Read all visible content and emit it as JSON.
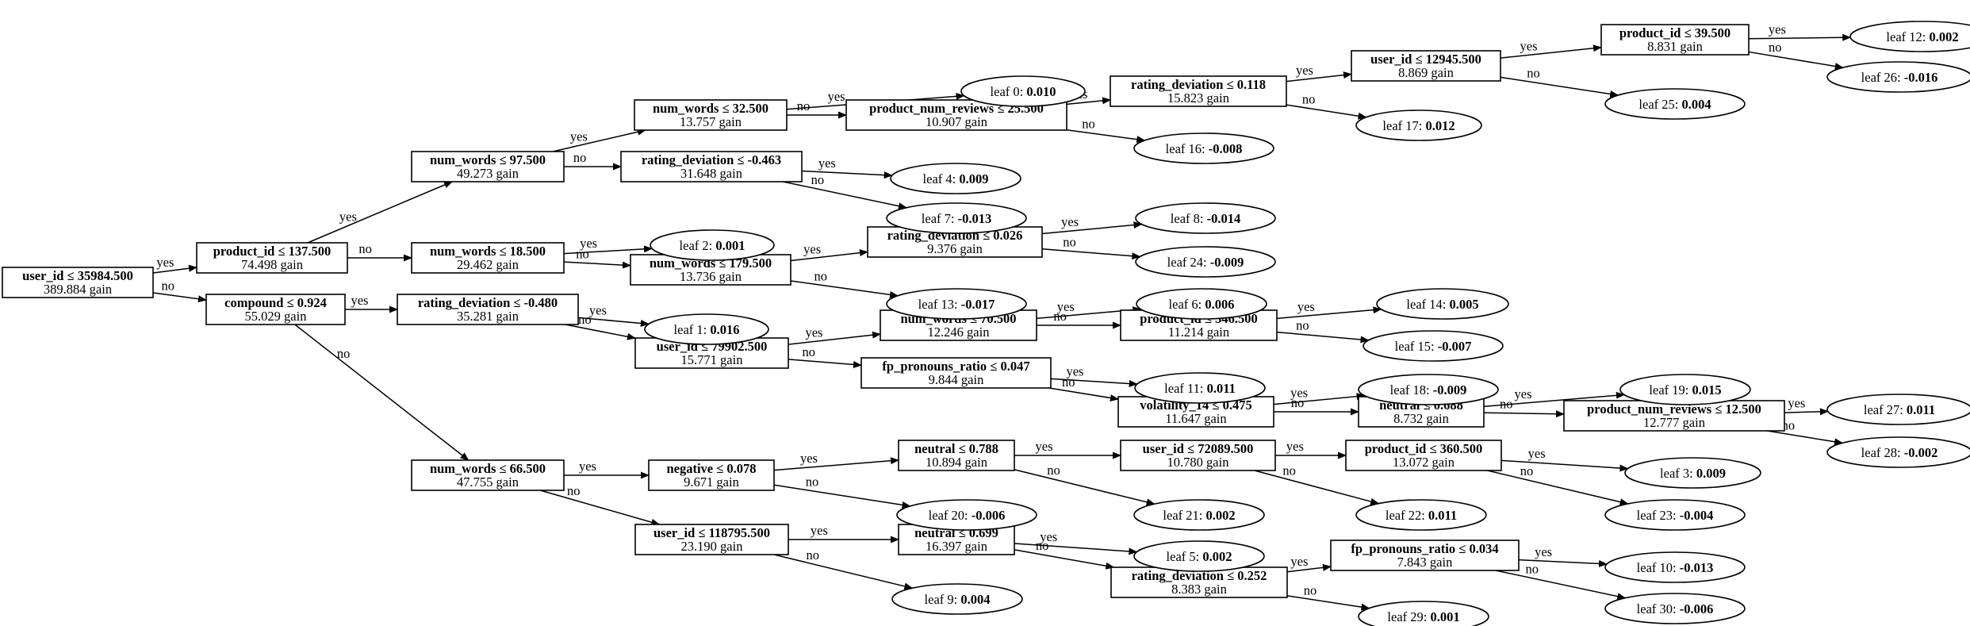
{
  "tree": {
    "internal_nodes": [
      {
        "id": "n0",
        "feature": "user_id",
        "op": "≤",
        "threshold": "35984.500",
        "gain": "389.884 gain"
      },
      {
        "id": "n1",
        "feature": "product_id",
        "op": "≤",
        "threshold": "137.500",
        "gain": "74.498 gain"
      },
      {
        "id": "n2",
        "feature": "compound",
        "op": "≤",
        "threshold": "0.924",
        "gain": "55.029 gain"
      },
      {
        "id": "n3",
        "feature": "num_words",
        "op": "≤",
        "threshold": "97.500",
        "gain": "49.273 gain"
      },
      {
        "id": "n4",
        "feature": "num_words",
        "op": "≤",
        "threshold": "18.500",
        "gain": "29.462 gain"
      },
      {
        "id": "n5",
        "feature": "rating_deviation",
        "op": "≤",
        "threshold": "-0.480",
        "gain": "35.281 gain"
      },
      {
        "id": "n6",
        "feature": "num_words",
        "op": "≤",
        "threshold": "66.500",
        "gain": "47.755 gain"
      },
      {
        "id": "n7",
        "feature": "num_words",
        "op": "≤",
        "threshold": "32.500",
        "gain": "13.757 gain"
      },
      {
        "id": "n8",
        "feature": "rating_deviation",
        "op": "≤",
        "threshold": "-0.463",
        "gain": "31.648 gain"
      },
      {
        "id": "n9",
        "feature": "num_words",
        "op": "≤",
        "threshold": "179.500",
        "gain": "13.736 gain"
      },
      {
        "id": "n10",
        "feature": "user_id",
        "op": "≤",
        "threshold": "79902.500",
        "gain": "15.771 gain"
      },
      {
        "id": "n11",
        "feature": "negative",
        "op": "≤",
        "threshold": "0.078",
        "gain": "9.671 gain"
      },
      {
        "id": "n12",
        "feature": "user_id",
        "op": "≤",
        "threshold": "118795.500",
        "gain": "23.190 gain"
      },
      {
        "id": "n13",
        "feature": "product_num_reviews",
        "op": "≤",
        "threshold": "25.500",
        "gain": "10.907 gain"
      },
      {
        "id": "n14",
        "feature": "rating_deviation",
        "op": "≤",
        "threshold": "0.026",
        "gain": "9.376 gain"
      },
      {
        "id": "n15",
        "feature": "num_words",
        "op": "≤",
        "threshold": "70.500",
        "gain": "12.246 gain"
      },
      {
        "id": "n16",
        "feature": "fp_pronouns_ratio",
        "op": "≤",
        "threshold": "0.047",
        "gain": "9.844 gain"
      },
      {
        "id": "n17",
        "feature": "neutral",
        "op": "≤",
        "threshold": "0.788",
        "gain": "10.894 gain"
      },
      {
        "id": "n18",
        "feature": "neutral",
        "op": "≤",
        "threshold": "0.699",
        "gain": "16.397 gain"
      },
      {
        "id": "n19",
        "feature": "rating_deviation",
        "op": "≤",
        "threshold": "0.118",
        "gain": "15.823 gain"
      },
      {
        "id": "n20",
        "feature": "product_id",
        "op": "≤",
        "threshold": "346.500",
        "gain": "11.214 gain"
      },
      {
        "id": "n21",
        "feature": "volatility_14",
        "op": "≤",
        "threshold": "0.475",
        "gain": "11.647 gain"
      },
      {
        "id": "n22",
        "feature": "user_id",
        "op": "≤",
        "threshold": "72089.500",
        "gain": "10.780 gain"
      },
      {
        "id": "n23",
        "feature": "rating_deviation",
        "op": "≤",
        "threshold": "0.252",
        "gain": "8.383 gain"
      },
      {
        "id": "n24",
        "feature": "user_id",
        "op": "≤",
        "threshold": "12945.500",
        "gain": "8.869 gain"
      },
      {
        "id": "n25",
        "feature": "neutral",
        "op": "≤",
        "threshold": "0.688",
        "gain": "8.732 gain"
      },
      {
        "id": "n26",
        "feature": "product_id",
        "op": "≤",
        "threshold": "360.500",
        "gain": "13.072 gain"
      },
      {
        "id": "n27",
        "feature": "fp_pronouns_ratio",
        "op": "≤",
        "threshold": "0.034",
        "gain": "7.843 gain"
      },
      {
        "id": "n28",
        "feature": "product_id",
        "op": "≤",
        "threshold": "39.500",
        "gain": "8.831 gain"
      },
      {
        "id": "n29",
        "feature": "product_num_reviews",
        "op": "≤",
        "threshold": "12.500",
        "gain": "12.777 gain"
      }
    ],
    "leaves": [
      {
        "id": "l0",
        "label": "leaf 0:",
        "value": "0.010"
      },
      {
        "id": "l1",
        "label": "leaf 1:",
        "value": "0.016"
      },
      {
        "id": "l2",
        "label": "leaf 2:",
        "value": "0.001"
      },
      {
        "id": "l3",
        "label": "leaf 3:",
        "value": "0.009"
      },
      {
        "id": "l4",
        "label": "leaf 4:",
        "value": "0.009"
      },
      {
        "id": "l5",
        "label": "leaf 5:",
        "value": "0.002"
      },
      {
        "id": "l6",
        "label": "leaf 6:",
        "value": "0.006"
      },
      {
        "id": "l7",
        "label": "leaf 7:",
        "value": "-0.013"
      },
      {
        "id": "l8",
        "label": "leaf 8:",
        "value": "-0.014"
      },
      {
        "id": "l9",
        "label": "leaf 9:",
        "value": "0.004"
      },
      {
        "id": "l10",
        "label": "leaf 10:",
        "value": "-0.013"
      },
      {
        "id": "l11",
        "label": "leaf 11:",
        "value": "0.011"
      },
      {
        "id": "l12",
        "label": "leaf 12:",
        "value": "0.002"
      },
      {
        "id": "l13",
        "label": "leaf 13:",
        "value": "-0.017"
      },
      {
        "id": "l14",
        "label": "leaf 14:",
        "value": "0.005"
      },
      {
        "id": "l15",
        "label": "leaf 15:",
        "value": "-0.007"
      },
      {
        "id": "l16",
        "label": "leaf 16:",
        "value": "-0.008"
      },
      {
        "id": "l17",
        "label": "leaf 17:",
        "value": "0.012"
      },
      {
        "id": "l18",
        "label": "leaf 18:",
        "value": "-0.009"
      },
      {
        "id": "l19",
        "label": "leaf 19:",
        "value": "0.015"
      },
      {
        "id": "l20",
        "label": "leaf 20:",
        "value": "-0.006"
      },
      {
        "id": "l21",
        "label": "leaf 21:",
        "value": "0.002"
      },
      {
        "id": "l22",
        "label": "leaf 22:",
        "value": "0.011"
      },
      {
        "id": "l23",
        "label": "leaf 23:",
        "value": "-0.004"
      },
      {
        "id": "l24",
        "label": "leaf 24:",
        "value": "-0.009"
      },
      {
        "id": "l25",
        "label": "leaf 25:",
        "value": "0.004"
      },
      {
        "id": "l26",
        "label": "leaf 26:",
        "value": "-0.016"
      },
      {
        "id": "l27",
        "label": "leaf 27:",
        "value": "0.011"
      },
      {
        "id": "l28",
        "label": "leaf 28:",
        "value": "-0.002"
      },
      {
        "id": "l29",
        "label": "leaf 29:",
        "value": "0.001"
      },
      {
        "id": "l30",
        "label": "leaf 30:",
        "value": "-0.006"
      }
    ],
    "edges": [
      {
        "from": "n0",
        "to": "n1",
        "label": "yes"
      },
      {
        "from": "n0",
        "to": "n2",
        "label": "no"
      },
      {
        "from": "n1",
        "to": "n3",
        "label": "yes"
      },
      {
        "from": "n1",
        "to": "n4",
        "label": "no"
      },
      {
        "from": "n2",
        "to": "n5",
        "label": "yes"
      },
      {
        "from": "n2",
        "to": "n6",
        "label": "no"
      },
      {
        "from": "n3",
        "to": "n7",
        "label": "yes"
      },
      {
        "from": "n3",
        "to": "n8",
        "label": "no"
      },
      {
        "from": "n4",
        "to": "l2",
        "label": "yes"
      },
      {
        "from": "n4",
        "to": "n9",
        "label": "no"
      },
      {
        "from": "n5",
        "to": "l1",
        "label": "yes"
      },
      {
        "from": "n5",
        "to": "n10",
        "label": "no"
      },
      {
        "from": "n6",
        "to": "n11",
        "label": "yes"
      },
      {
        "from": "n6",
        "to": "n12",
        "label": "no"
      },
      {
        "from": "n7",
        "to": "l0",
        "label": "yes"
      },
      {
        "from": "n7",
        "to": "n13",
        "label": "no"
      },
      {
        "from": "n8",
        "to": "l4",
        "label": "yes"
      },
      {
        "from": "n8",
        "to": "l7",
        "label": "no"
      },
      {
        "from": "n9",
        "to": "n14",
        "label": "yes"
      },
      {
        "from": "n9",
        "to": "l13",
        "label": "no"
      },
      {
        "from": "n10",
        "to": "n15",
        "label": "yes"
      },
      {
        "from": "n10",
        "to": "n16",
        "label": "no"
      },
      {
        "from": "n11",
        "to": "n17",
        "label": "yes"
      },
      {
        "from": "n11",
        "to": "l20",
        "label": "no"
      },
      {
        "from": "n12",
        "to": "n18",
        "label": "yes"
      },
      {
        "from": "n12",
        "to": "l9",
        "label": "no"
      },
      {
        "from": "n13",
        "to": "n19",
        "label": "yes"
      },
      {
        "from": "n13",
        "to": "l16",
        "label": "no"
      },
      {
        "from": "n14",
        "to": "l8",
        "label": "yes"
      },
      {
        "from": "n14",
        "to": "l24",
        "label": "no"
      },
      {
        "from": "n15",
        "to": "l6",
        "label": "yes"
      },
      {
        "from": "n15",
        "to": "n20",
        "label": "no"
      },
      {
        "from": "n16",
        "to": "l11",
        "label": "yes"
      },
      {
        "from": "n16",
        "to": "n21",
        "label": "no"
      },
      {
        "from": "n17",
        "to": "n22",
        "label": "yes"
      },
      {
        "from": "n17",
        "to": "l21",
        "label": "no"
      },
      {
        "from": "n18",
        "to": "l5",
        "label": "yes"
      },
      {
        "from": "n18",
        "to": "n23",
        "label": "no"
      },
      {
        "from": "n19",
        "to": "n24",
        "label": "yes"
      },
      {
        "from": "n19",
        "to": "l17",
        "label": "no"
      },
      {
        "from": "n20",
        "to": "l14",
        "label": "yes"
      },
      {
        "from": "n20",
        "to": "l15",
        "label": "no"
      },
      {
        "from": "n21",
        "to": "l18",
        "label": "yes"
      },
      {
        "from": "n21",
        "to": "n25",
        "label": "no"
      },
      {
        "from": "n22",
        "to": "n26",
        "label": "yes"
      },
      {
        "from": "n22",
        "to": "l22",
        "label": "no"
      },
      {
        "from": "n23",
        "to": "n27",
        "label": "yes"
      },
      {
        "from": "n23",
        "to": "l29",
        "label": "no"
      },
      {
        "from": "n24",
        "to": "n28",
        "label": "yes"
      },
      {
        "from": "n24",
        "to": "l25",
        "label": "no"
      },
      {
        "from": "n25",
        "to": "l19",
        "label": "yes"
      },
      {
        "from": "n25",
        "to": "n29",
        "label": "no"
      },
      {
        "from": "n26",
        "to": "l3",
        "label": "yes"
      },
      {
        "from": "n26",
        "to": "l23",
        "label": "no"
      },
      {
        "from": "n27",
        "to": "l10",
        "label": "yes"
      },
      {
        "from": "n27",
        "to": "l30",
        "label": "no"
      },
      {
        "from": "n28",
        "to": "l12",
        "label": "yes"
      },
      {
        "from": "n28",
        "to": "l26",
        "label": "no"
      },
      {
        "from": "n29",
        "to": "l27",
        "label": "yes"
      },
      {
        "from": "n29",
        "to": "l28",
        "label": "no"
      }
    ]
  }
}
